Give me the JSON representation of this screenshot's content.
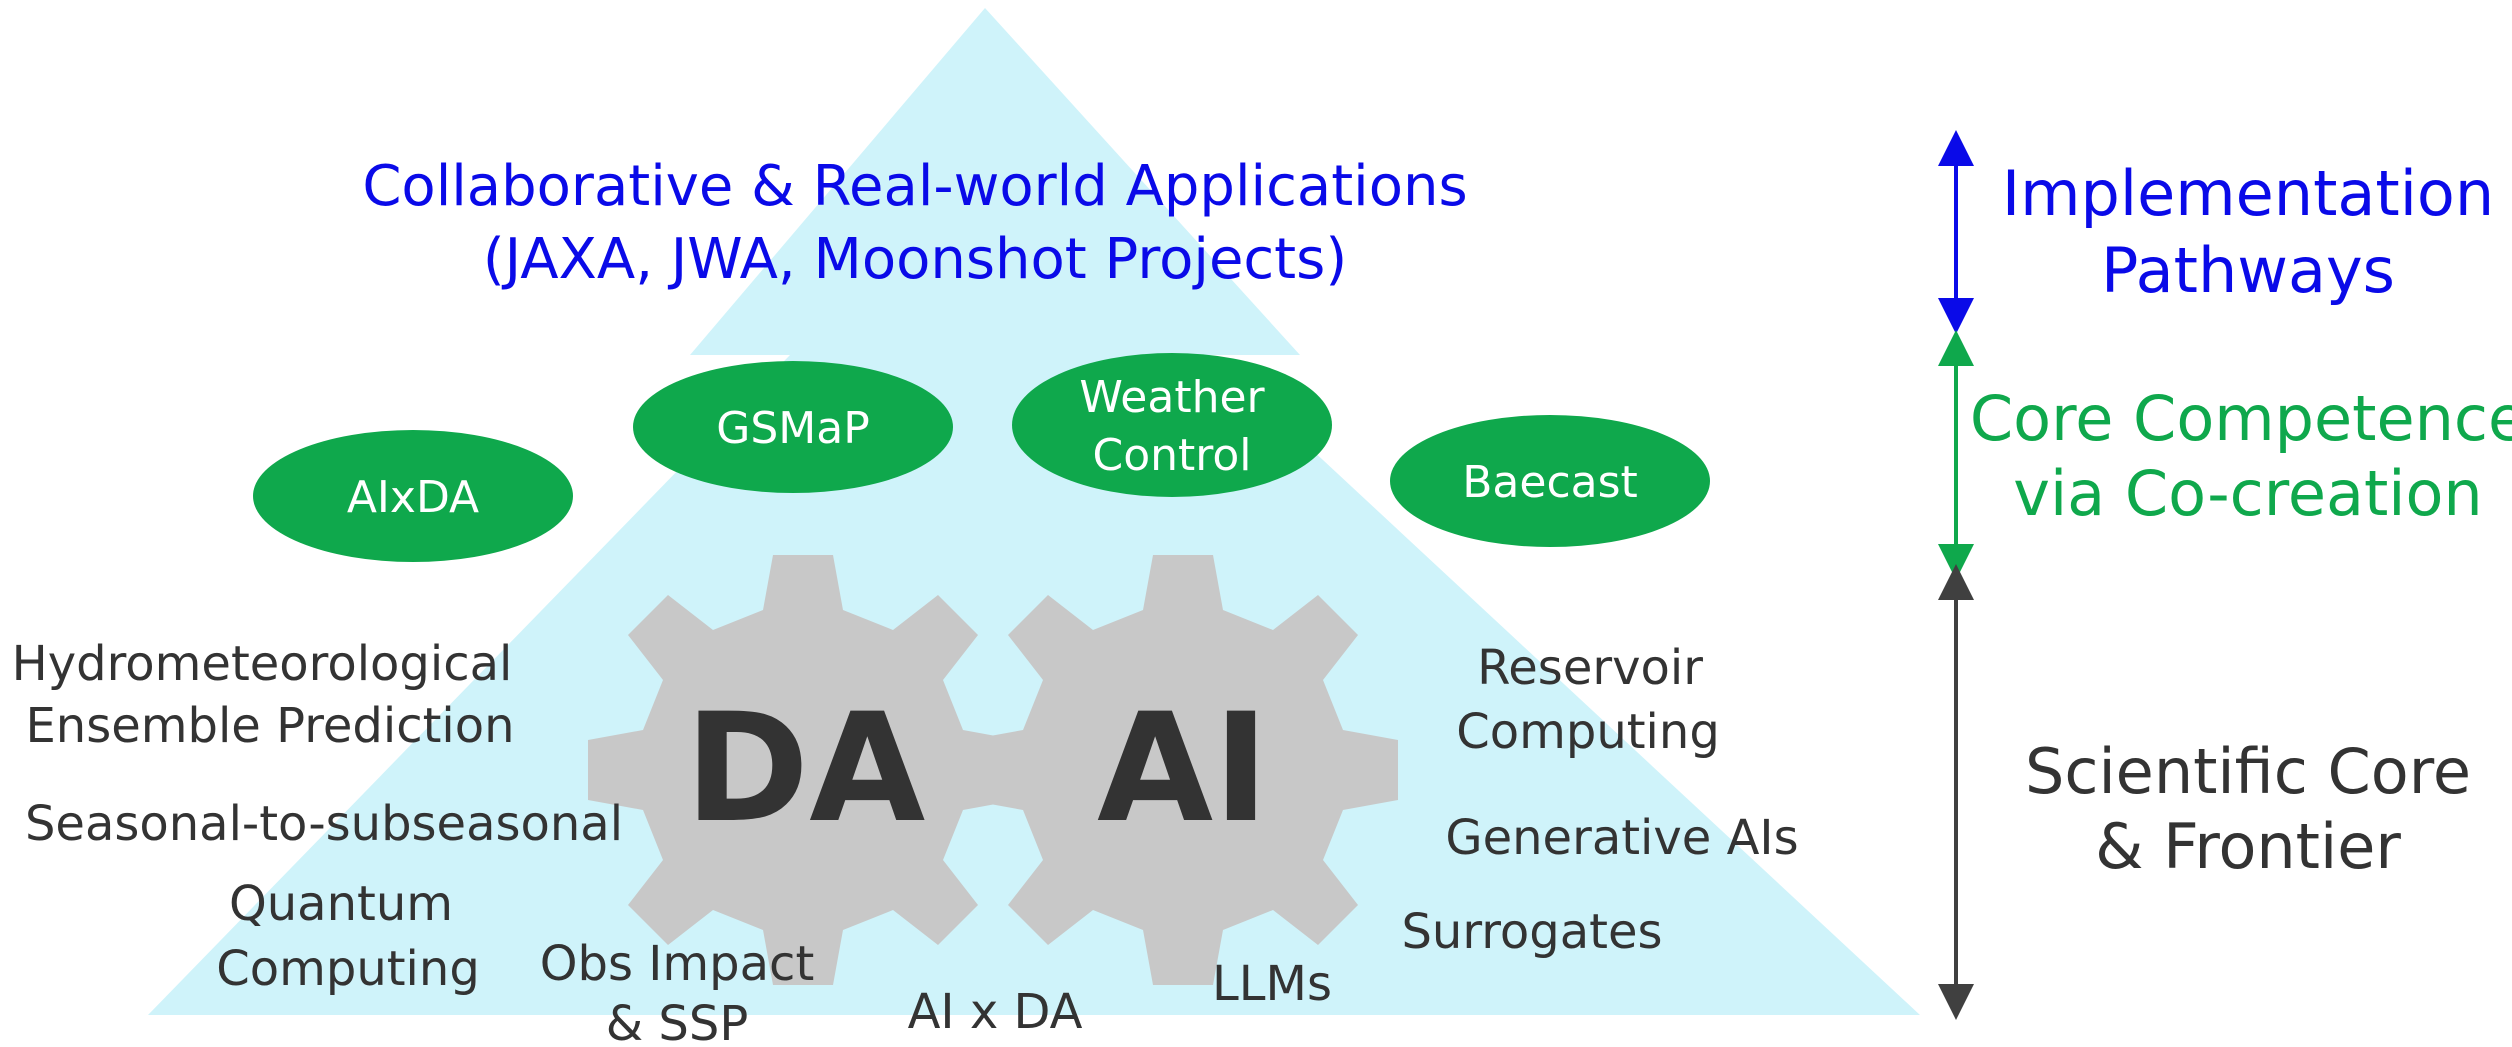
{
  "top": {
    "line1": "Collaborative & Real-world Applications",
    "line2": "(JAXA, JWA, Moonshot Projects)"
  },
  "ovals": {
    "aixda": "AIxDA",
    "gsmap": "GSMaP",
    "weather_line1": "Weather",
    "weather_line2": "Control",
    "baecast": "Baecast"
  },
  "gears": {
    "da": "DA",
    "ai": "AI"
  },
  "left_labels": {
    "hydro_line1": "Hydrometeorological",
    "hydro_line2": "Ensemble Prediction",
    "seasonal": "Seasonal-to-subseasonal",
    "quantum_line1": "Quantum",
    "quantum_line2": "Computing",
    "obs_line1": "Obs Impact",
    "obs_line2": "& SSP",
    "ai_x_da": "AI x DA",
    "llms": "LLMs"
  },
  "right_labels": {
    "reservoir_line1": "Reservoir",
    "reservoir_line2": "Computing",
    "generative": "Generative AIs",
    "surrogates": "Surrogates"
  },
  "tiers": {
    "implementation_line1": "Implementation",
    "implementation_line2": "Pathways",
    "core_line1": "Core Competence",
    "core_line2": "via Co-creation",
    "scientific_line1": "Scientific Core",
    "scientific_line2": "& Frontier"
  },
  "colors": {
    "arrow_fill": "#cff3fa",
    "blue_text": "#0a0ae8",
    "green": "#0fa84c",
    "gear": "#c8c8c8",
    "gear_text": "#333333",
    "body_text": "#333333",
    "dark_arrow": "#404040"
  }
}
